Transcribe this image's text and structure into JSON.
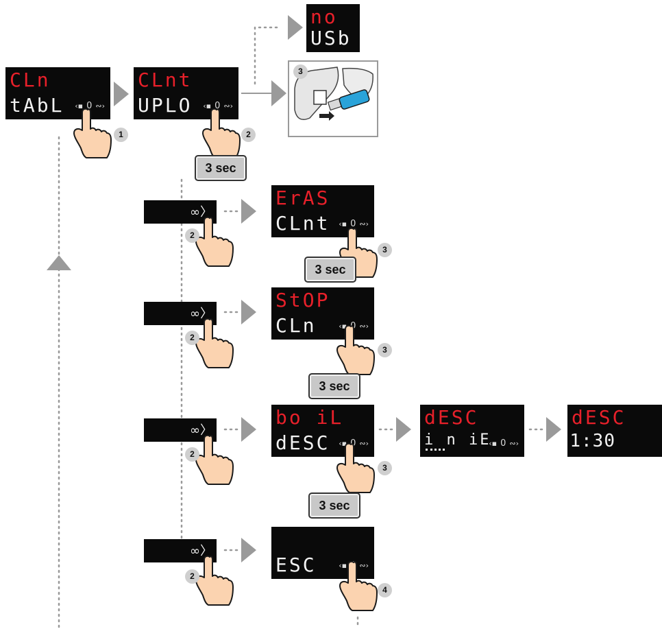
{
  "displays": {
    "cln_tabl": {
      "top": "CLn",
      "bottom": "tAbL"
    },
    "clnt_uplo": {
      "top": "CLnt",
      "bottom": "UPLO"
    },
    "no_usb": {
      "top": "no",
      "bottom": "USb"
    },
    "eras_clnt": {
      "top": "ErAS",
      "bottom": "CLnt"
    },
    "stop_cln": {
      "top": "StOP",
      "bottom": "CLn"
    },
    "boil_desc": {
      "top": "bo iL",
      "bottom": "dESC"
    },
    "desc_init": {
      "top": "dESC",
      "bottom": "i n iE"
    },
    "desc_time": {
      "top": "dESC",
      "bottom": "1:30"
    },
    "esc": {
      "top": "",
      "bottom": "ESC"
    }
  },
  "controls": {
    "left": "‹▪",
    "zero": "0",
    "right": "∾›"
  },
  "infinity_label": "∞〉",
  "hold_label": "3 sec",
  "steps": {
    "s1": "1",
    "s2": "2",
    "s3": "3",
    "s4": "4"
  },
  "icons": {
    "hand": "pointing-hand-icon",
    "usb": "usb-stick-icon",
    "arrow": "gray-triangle-arrow-icon"
  },
  "colors": {
    "lcd_bg": "#0a0a0a",
    "lcd_red": "#e8202a",
    "lcd_white": "#f2f2f2",
    "arrow": "#9a9a9a",
    "badge": "#cfcfcf"
  }
}
